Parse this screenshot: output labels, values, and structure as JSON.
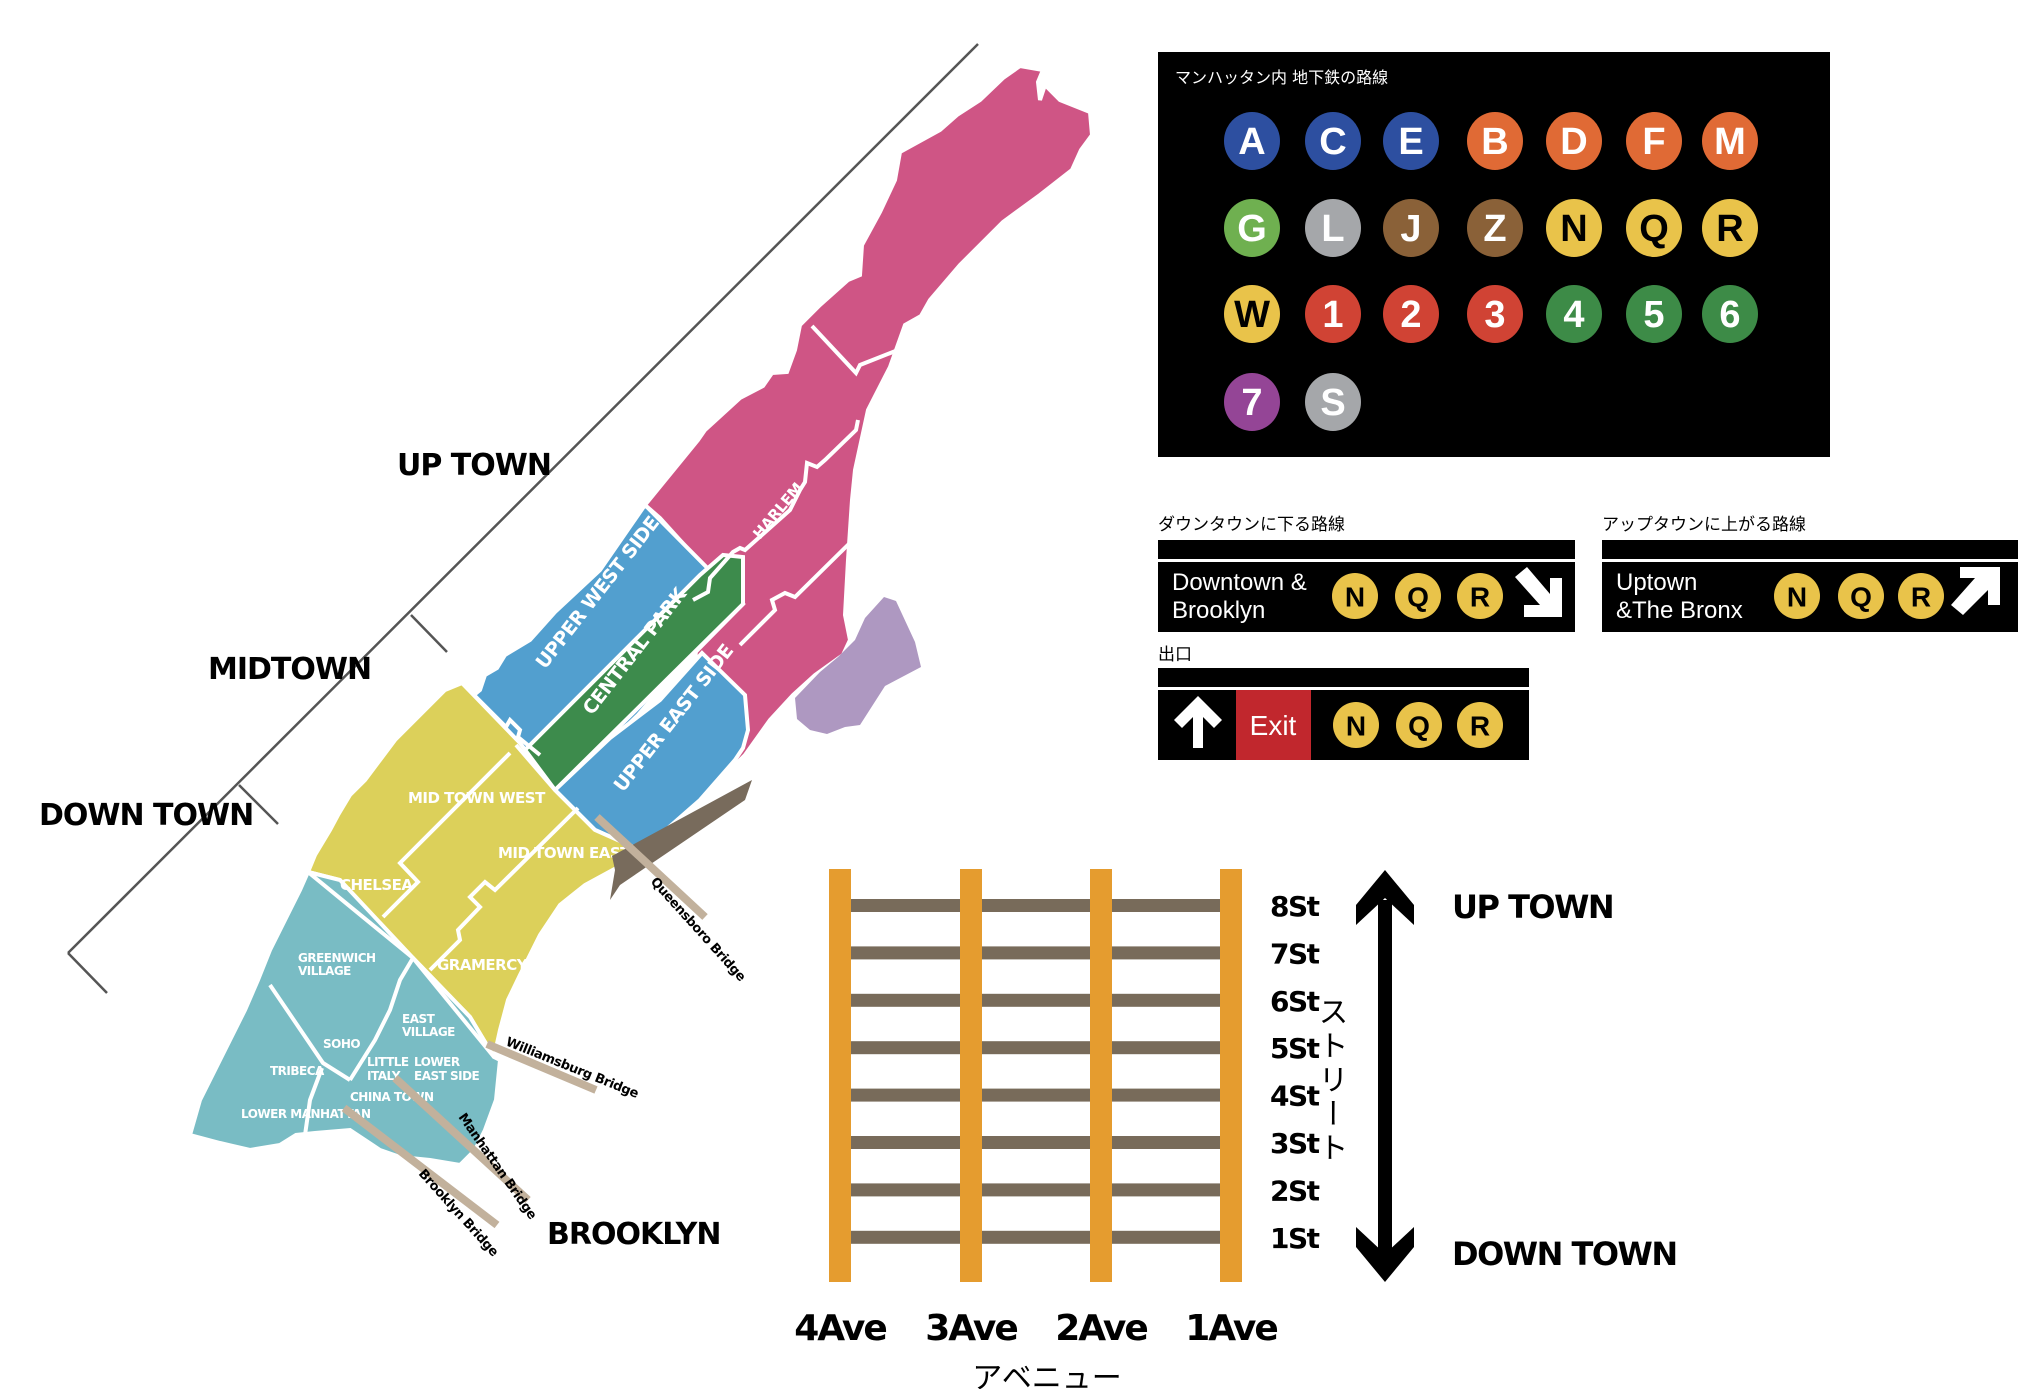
{
  "map": {
    "zones": {
      "uptown": "UP TOWN",
      "midtown": "MIDTOWN",
      "downtown": "DOWN TOWN",
      "brooklyn": "BROOKLYN"
    },
    "neighborhoods": {
      "harlem": "HARLEM",
      "upper_west_side": "UPPER WEST SIDE",
      "central_park": "CENTRAL PARK",
      "upper_east_side": "UPPER EAST SIDE",
      "midtown_west": "MID TOWN WEST",
      "midtown_east": "MID TOWN EAST",
      "chelsea": "CHELSEA",
      "gramercy": "GRAMERCY",
      "greenwich_village_1": "GREENWICH",
      "greenwich_village_2": "VILLAGE",
      "east_village_1": "EAST",
      "east_village_2": "VILLAGE",
      "soho": "SOHO",
      "tribeca": "TRIBECA",
      "little_italy_1": "LITTLE",
      "little_italy_2": "ITALY",
      "lower_east_side_1": "LOWER",
      "lower_east_side_2": "EAST SIDE",
      "china_town": "CHINA TOWN",
      "lower_manhattan": "LOWER MANHATTAN"
    },
    "bridges": {
      "queensboro": "Queensboro Bridge",
      "williamsburg": "Williamsburg Bridge",
      "manhattan": "Manhattan Bridge",
      "brooklyn": "Brooklyn Bridge"
    },
    "colors": {
      "uptown": "#cf5585",
      "upper_sides": "#529fcf",
      "central_park": "#3d8b4c",
      "midtown": "#dcd05a",
      "downtown": "#79bcc4",
      "roosevelt_island": "#ae98c1",
      "bridge": "#c2b19c",
      "bridge_dark": "#786b5c"
    }
  },
  "subway_panel": {
    "title": "マンハッタン内 地下鉄の路線",
    "lines": [
      {
        "letter": "A",
        "color": "#2d4fa0",
        "text_color": "#ffffff"
      },
      {
        "letter": "C",
        "color": "#2d4fa0",
        "text_color": "#ffffff"
      },
      {
        "letter": "E",
        "color": "#2d4fa0",
        "text_color": "#ffffff"
      },
      {
        "letter": "B",
        "color": "#e06a35",
        "text_color": "#ffffff"
      },
      {
        "letter": "D",
        "color": "#e06a35",
        "text_color": "#ffffff"
      },
      {
        "letter": "F",
        "color": "#e06a35",
        "text_color": "#ffffff"
      },
      {
        "letter": "M",
        "color": "#e06a35",
        "text_color": "#ffffff"
      },
      {
        "letter": "G",
        "color": "#6fb050",
        "text_color": "#ffffff"
      },
      {
        "letter": "L",
        "color": "#a5a7aa",
        "text_color": "#ffffff"
      },
      {
        "letter": "J",
        "color": "#8a6138",
        "text_color": "#ffffff"
      },
      {
        "letter": "Z",
        "color": "#8a6138",
        "text_color": "#ffffff"
      },
      {
        "letter": "N",
        "color": "#e9c34a",
        "text_color": "#000000"
      },
      {
        "letter": "Q",
        "color": "#e9c34a",
        "text_color": "#000000"
      },
      {
        "letter": "R",
        "color": "#e9c34a",
        "text_color": "#000000"
      },
      {
        "letter": "W",
        "color": "#e9c34a",
        "text_color": "#000000"
      },
      {
        "letter": "1",
        "color": "#d04334",
        "text_color": "#ffffff"
      },
      {
        "letter": "2",
        "color": "#d04334",
        "text_color": "#ffffff"
      },
      {
        "letter": "3",
        "color": "#d04334",
        "text_color": "#ffffff"
      },
      {
        "letter": "4",
        "color": "#3d8b47",
        "text_color": "#ffffff"
      },
      {
        "letter": "5",
        "color": "#3d8b47",
        "text_color": "#ffffff"
      },
      {
        "letter": "6",
        "color": "#3d8b47",
        "text_color": "#ffffff"
      },
      {
        "letter": "7",
        "color": "#944596",
        "text_color": "#ffffff"
      },
      {
        "letter": "S",
        "color": "#a5a7aa",
        "text_color": "#ffffff"
      }
    ]
  },
  "signs": {
    "downtown": {
      "caption": "ダウンタウンに下る路線",
      "line1": "Downtown &",
      "line2": "Brooklyn",
      "lines": [
        "N",
        "Q",
        "R"
      ],
      "arrow": "arrow-down-right-icon"
    },
    "uptown": {
      "caption": "アップタウンに上がる路線",
      "line1": "Uptown",
      "line2": "&The Bronx",
      "lines": [
        "N",
        "Q",
        "R"
      ],
      "arrow": "arrow-up-right-icon"
    },
    "exit": {
      "caption": "出口",
      "label": "Exit",
      "lines": [
        "N",
        "Q",
        "R"
      ],
      "arrow": "arrow-up-icon",
      "exit_color": "#c1272d"
    },
    "line_color": "#e9c34a"
  },
  "grid": {
    "avenues": [
      "4Ave",
      "3Ave",
      "2Ave",
      "1Ave"
    ],
    "streets": [
      "8St",
      "7St",
      "6St",
      "5St",
      "4St",
      "3St",
      "2St",
      "1St"
    ],
    "avenue_caption": "アベニュー",
    "street_caption": "ストリート",
    "up_label": "UP TOWN",
    "down_label": "DOWN TOWN",
    "avenue_color": "#e59c2f",
    "street_color": "#786b5a"
  }
}
